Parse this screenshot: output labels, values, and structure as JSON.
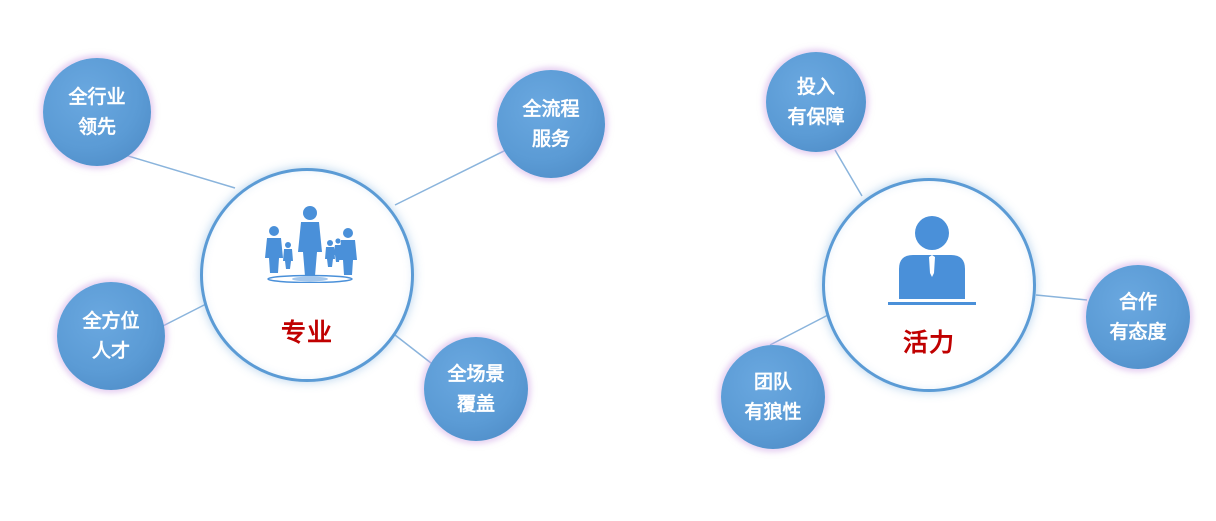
{
  "diagrams": [
    {
      "hub": {
        "label": "专业",
        "icon": "business-people-group-icon"
      },
      "satellites": [
        {
          "lines": [
            "全行业",
            "领先"
          ]
        },
        {
          "lines": [
            "全流程",
            "服务"
          ]
        },
        {
          "lines": [
            "全方位",
            "人才"
          ]
        },
        {
          "lines": [
            "全场景",
            "覆盖"
          ]
        }
      ]
    },
    {
      "hub": {
        "label": "活力",
        "icon": "person-at-desk-icon"
      },
      "satellites": [
        {
          "lines": [
            "投入",
            "有保障"
          ]
        },
        {
          "lines": [
            "合作",
            "有态度"
          ]
        },
        {
          "lines": [
            "团队",
            "有狼性"
          ]
        }
      ]
    }
  ],
  "colors": {
    "node_fill": "#5b9bd5",
    "node_glow": "#d2aae6",
    "hub_border": "#5b9bd5",
    "hub_label": "#c00000",
    "connector": "#8ab4dc",
    "icon": "#4a90d9"
  }
}
